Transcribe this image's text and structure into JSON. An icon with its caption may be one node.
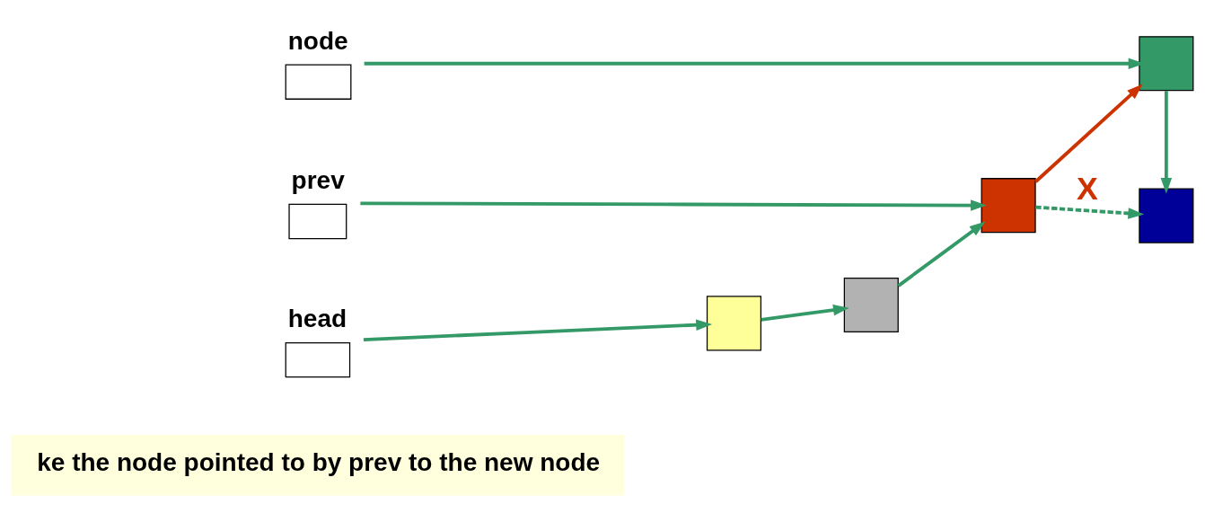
{
  "diagram": {
    "nodes": [
      {
        "text": [
          "ke the node pointed to by prev to the new node"
        ]
      },
      {
        "text": [
          "node"
        ]
      },
      {
        "text": [
          "head"
        ]
      },
      {
        "text": [
          "prev"
        ]
      },
      {
        "text": [],
        "shape": "box"
      },
      {
        "text": [],
        "shape": "box"
      },
      {
        "text": [],
        "shape": "box"
      },
      {
        "text": [],
        "shape": "box"
      },
      {
        "text": [],
        "shape": "box"
      }
    ],
    "edges": [
      {
        "from": 1,
        "to": 7,
        "arrow": "to"
      },
      {
        "from": 7,
        "to": 8,
        "arrow": "to"
      },
      {
        "from": 2,
        "to": 4,
        "arrow": "to"
      },
      {
        "from": 4,
        "to": 5,
        "arrow": "to"
      },
      {
        "from": 5,
        "to": 6,
        "arrow": "to"
      },
      {
        "from": 6,
        "to": 7,
        "arrow": "to",
        "color": "#cc3300"
      },
      {
        "from": 6,
        "to": 8,
        "arrow": "to",
        "style": "dashed",
        "label": "X"
      },
      {
        "from": 3,
        "to": 6,
        "arrow": "to"
      }
    ]
  }
}
